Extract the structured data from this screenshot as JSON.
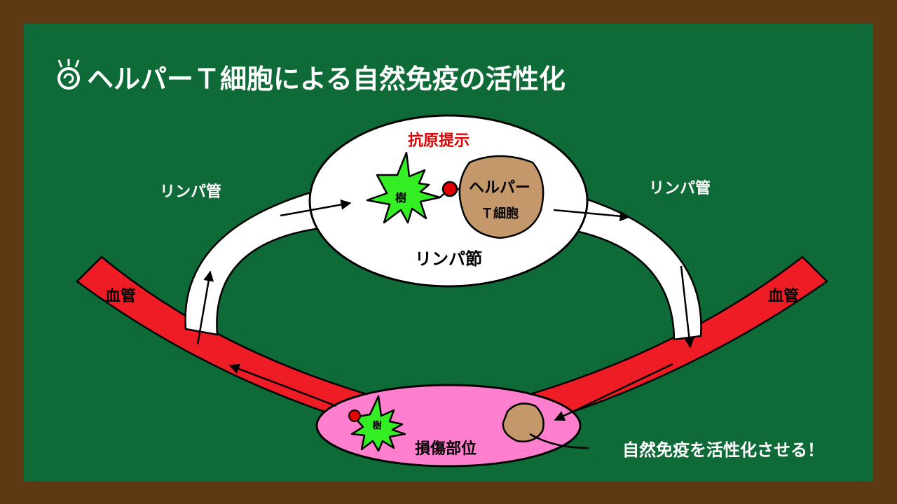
{
  "title": "ヘルパーＴ細胞による自然免疫の活性化",
  "labels": {
    "antigen_presentation": "抗原提示",
    "lymph_node": "リンパ節",
    "lymph_vessel_left": "リンパ管",
    "lymph_vessel_right": "リンパ管",
    "blood_vessel_left": "血管",
    "blood_vessel_right": "血管",
    "injury_site": "損傷部位",
    "dendritic_cell_top": "樹",
    "dendritic_cell_bottom": "樹",
    "helper_t_line1": "ヘルパー",
    "helper_t_line2": "Ｔ細胞",
    "activation_note": "自然免疫を活性化させる！"
  },
  "colors": {
    "board": "#0e6b38",
    "frame": "#5e3a14",
    "blood_vessel": "#ee1c24",
    "lymph_node": "#ffffff",
    "injury_site": "#ff7fcf",
    "dendritic_cell": "#33ee22",
    "helper_t_cell": "#c4986a",
    "antigen": "#e00000",
    "title_text": "#ffffff",
    "accent_text": "#e00000"
  },
  "icons": {
    "title_icon": "spiral-icon"
  }
}
